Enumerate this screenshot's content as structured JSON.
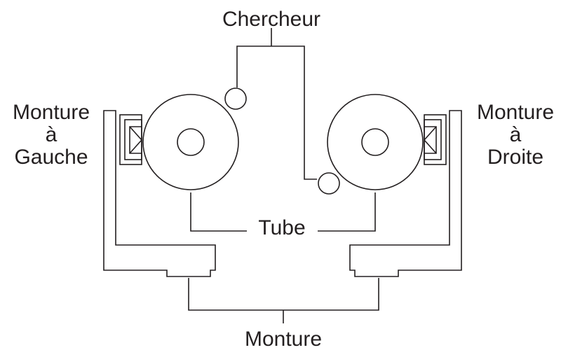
{
  "labels": {
    "finder": "Chercheur",
    "tube": "Tube",
    "mount": "Monture",
    "left_mount": [
      "Monture",
      "à",
      "Gauche"
    ],
    "right_mount": [
      "Monture",
      "à",
      "Droite"
    ]
  },
  "colors": {
    "line": "#231f20",
    "background": "#ffffff"
  }
}
